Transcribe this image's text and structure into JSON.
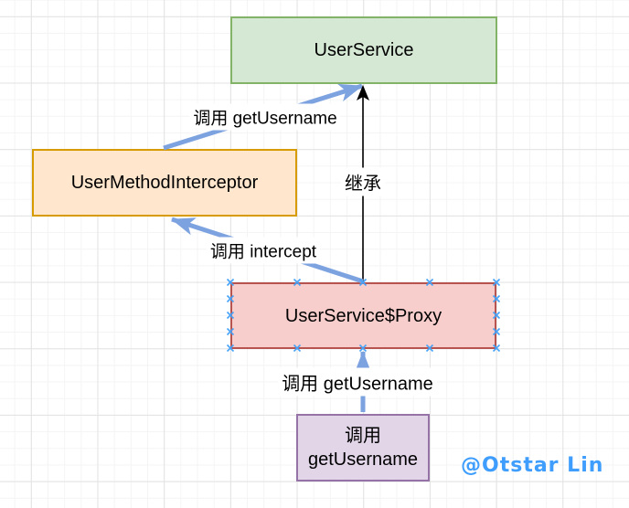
{
  "diagram": {
    "nodes": [
      {
        "id": "user-service",
        "label": "UserService",
        "fill": "#d5e8d4",
        "border": "#82b366",
        "selected": false
      },
      {
        "id": "user-method-interceptor",
        "label": "UserMethodInterceptor",
        "fill": "#ffe6cc",
        "border": "#d79b00",
        "selected": false
      },
      {
        "id": "user-service-proxy",
        "label": "UserService$Proxy",
        "fill": "#f8cecc",
        "border": "#b85450",
        "selected": true
      },
      {
        "id": "call-get-username-box",
        "label": "调用 getUsername",
        "fill": "#e1d5e7",
        "border": "#9673a6",
        "selected": false
      }
    ],
    "edges": [
      {
        "from": "user-method-interceptor",
        "to": "user-service",
        "label": "调用 getUsername",
        "color": "#7da2e0",
        "style": "thick"
      },
      {
        "from": "user-service-proxy",
        "to": "user-service",
        "label": "继承",
        "color": "#000000",
        "style": "thin"
      },
      {
        "from": "user-service-proxy",
        "to": "user-method-interceptor",
        "label": "调用 intercept",
        "color": "#7da2e0",
        "style": "thick"
      },
      {
        "from": "call-get-username-box",
        "to": "user-service-proxy",
        "label": "调用 getUsername",
        "color": "#7da2e0",
        "style": "thick"
      }
    ],
    "selection": {
      "selected_node": "user-service-proxy",
      "handle_color": "#45a2f8"
    },
    "watermark": {
      "text": "@Otstar Lin",
      "color": "#3f9efd"
    }
  }
}
